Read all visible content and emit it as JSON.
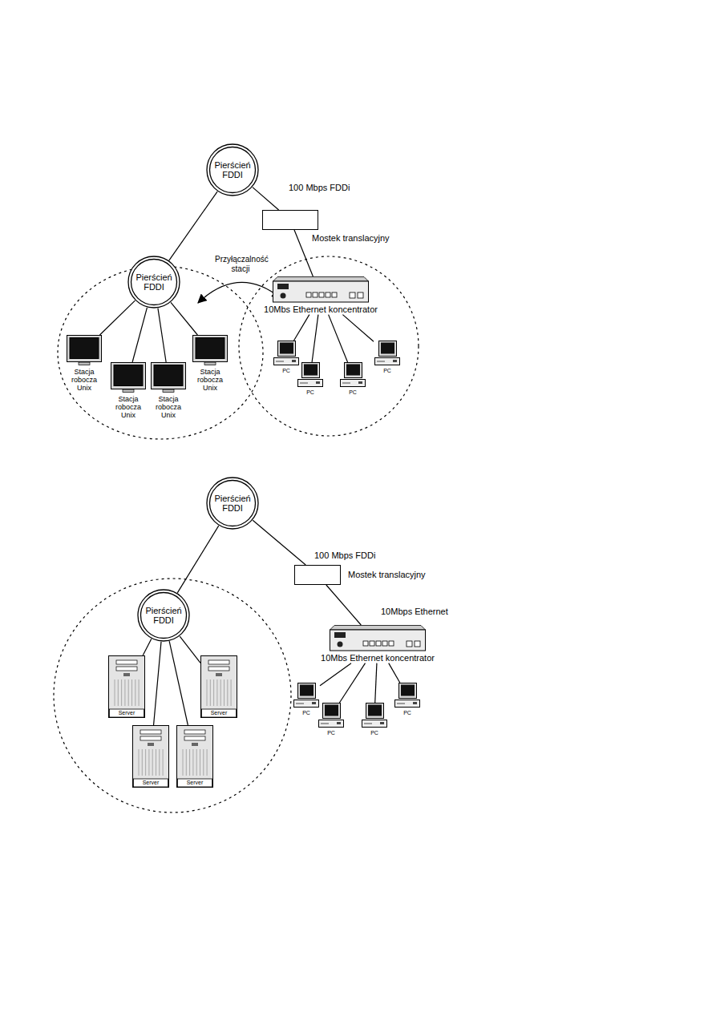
{
  "diagram": {
    "nodes": [
      {
        "text": [
          "Pierścień FDDI"
        ]
      },
      {
        "text": [
          "Mostek translacyjny"
        ]
      },
      {
        "text": [
          "Pierścień FDDI"
        ]
      },
      {
        "text": [
          "Stacja robocza Unix"
        ]
      },
      {
        "text": [
          "Stacja robocza Unix"
        ]
      },
      {
        "text": [
          "Stacja robocza Unix"
        ]
      },
      {
        "text": [
          "Stacja robocza Unix"
        ]
      },
      {
        "text": [
          "10Mbs Ethernet koncentrator"
        ]
      },
      {
        "text": [
          "PC"
        ]
      },
      {
        "text": [
          "PC"
        ]
      },
      {
        "text": [
          "PC"
        ]
      },
      {
        "text": [
          "PC"
        ]
      },
      {
        "text": [
          "Pierścień FDDI"
        ]
      },
      {
        "text": [
          "Mostek translacyjny"
        ]
      },
      {
        "text": [
          "Pierścień FDDI"
        ]
      },
      {
        "text": [
          "Server"
        ]
      },
      {
        "text": [
          "Server"
        ]
      },
      {
        "text": [
          "Server"
        ]
      },
      {
        "text": [
          "Server"
        ]
      },
      {
        "text": [
          "10Mbs Ethernet koncentrator"
        ]
      },
      {
        "text": [
          "PC"
        ]
      },
      {
        "text": [
          "PC"
        ]
      },
      {
        "text": [
          "PC"
        ]
      },
      {
        "text": [
          "PC"
        ]
      }
    ],
    "edges": [
      {
        "from": 0,
        "to": 2,
        "arrow": "none"
      },
      {
        "from": 0,
        "to": 1,
        "label": "100 Mbps FDDi",
        "arrow": "none"
      },
      {
        "from": 1,
        "to": 7,
        "arrow": "none"
      },
      {
        "from": 2,
        "to": 3,
        "arrow": "none"
      },
      {
        "from": 2,
        "to": 4,
        "arrow": "none"
      },
      {
        "from": 2,
        "to": 5,
        "arrow": "none"
      },
      {
        "from": 2,
        "to": 6,
        "arrow": "none"
      },
      {
        "from": 7,
        "to": 8,
        "arrow": "none"
      },
      {
        "from": 7,
        "to": 9,
        "arrow": "none"
      },
      {
        "from": 7,
        "to": 10,
        "arrow": "none"
      },
      {
        "from": 7,
        "to": 11,
        "arrow": "none"
      },
      {
        "from": 12,
        "to": 14,
        "arrow": "none"
      },
      {
        "from": 12,
        "to": 13,
        "label": "100 Mbps FDDi",
        "arrow": "none"
      },
      {
        "from": 13,
        "to": 19,
        "label": "10Mbps Ethernet",
        "arrow": "none"
      },
      {
        "from": 14,
        "to": 15,
        "arrow": "none"
      },
      {
        "from": 14,
        "to": 16,
        "arrow": "none"
      },
      {
        "from": 14,
        "to": 17,
        "arrow": "none"
      },
      {
        "from": 14,
        "to": 18,
        "arrow": "none"
      },
      {
        "from": 19,
        "to": 20,
        "arrow": "none"
      },
      {
        "from": 19,
        "to": 21,
        "arrow": "none"
      },
      {
        "from": 19,
        "to": 22,
        "arrow": "none"
      },
      {
        "from": 19,
        "to": 23,
        "arrow": "none"
      }
    ],
    "labels": [
      "Przyłączalność stacji"
    ]
  }
}
